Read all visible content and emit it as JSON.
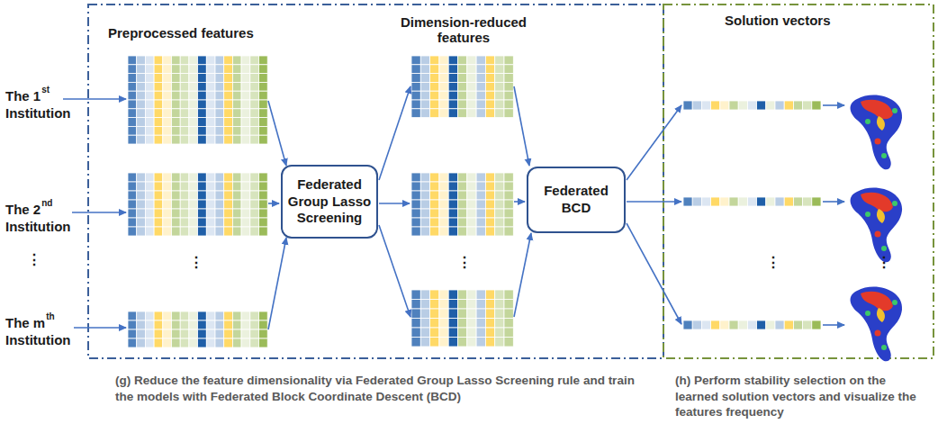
{
  "diagram": {
    "nodes": [
      {
        "text": [
          "Federated Group Lasso Screening"
        ]
      },
      {
        "text": [
          "Federated BCD"
        ]
      }
    ],
    "labels": [
      "Preprocessed features",
      "Dimension-reduced features",
      "Solution vectors",
      "The 1",
      "st",
      "Institution",
      "The 2",
      "nd",
      "Institution",
      "⋮",
      "The m",
      "th",
      "Institution",
      "⋮",
      "⋮",
      "⋮",
      "⋮",
      "(g) Reduce the feature dimensionality via Federated Group Lasso Screening rule and train the models with Federated Block Coordinate Descent (BCD)",
      "(h) Perform stability selection on the learned solution vectors and visualize the features frequency"
    ]
  }
}
